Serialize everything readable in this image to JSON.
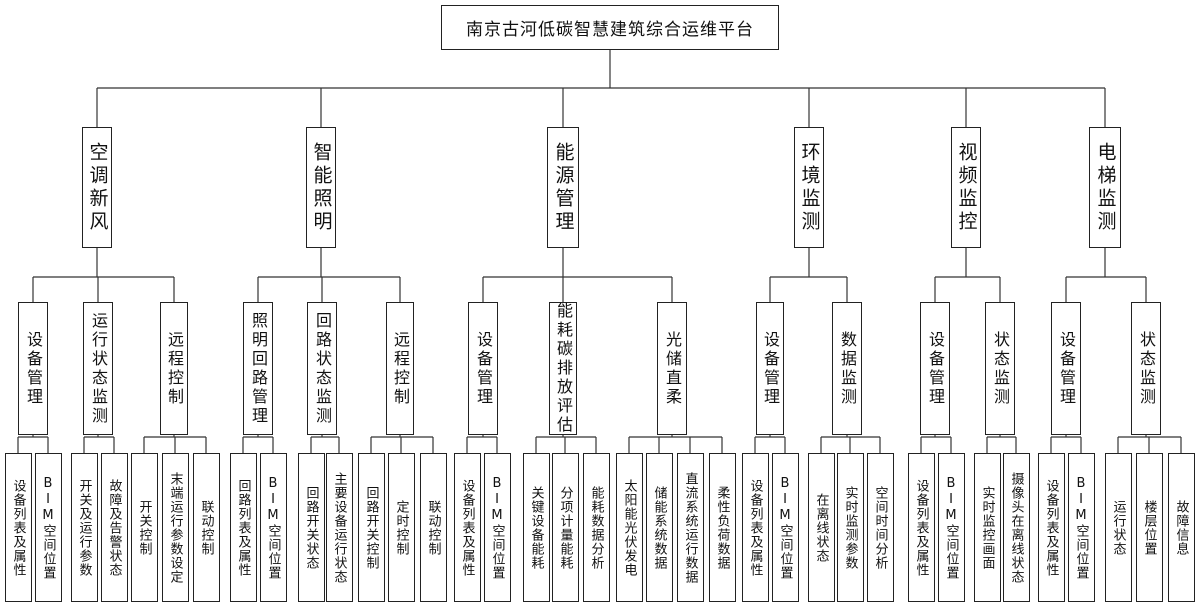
{
  "title": "南京古河低碳智慧建筑综合运维平台",
  "systems": [
    {
      "label": "空调新风",
      "modules": [
        {
          "label": "设备管理",
          "features": [
            "设备列表及属性",
            "BIM空间位置"
          ]
        },
        {
          "label": "运行状态监测",
          "features": [
            "开关及运行参数",
            "故障及告警状态"
          ]
        },
        {
          "label": "远程控制",
          "features": [
            "开关控制",
            "末端运行参数设定",
            "联动控制"
          ]
        }
      ]
    },
    {
      "label": "智能照明",
      "modules": [
        {
          "label": "照明回路管理",
          "features": [
            "回路列表及属性",
            "BIM空间位置"
          ]
        },
        {
          "label": "回路状态监测",
          "features": [
            "回路开关状态",
            "主要设备运行状态"
          ]
        },
        {
          "label": "远程控制",
          "features": [
            "回路开关控制",
            "定时控制",
            "联动控制"
          ]
        }
      ]
    },
    {
      "label": "能源管理",
      "modules": [
        {
          "label": "设备管理",
          "features": [
            "设备列表及属性",
            "BIM空间位置"
          ]
        },
        {
          "label": "能耗碳排放评估",
          "features": [
            "关键设备能耗",
            "分项计量能耗",
            "能耗数据分析"
          ]
        },
        {
          "label": "光储直柔",
          "features": [
            "太阳能光伏发电",
            "储能系统数据",
            "直流系统运行数据",
            "柔性负荷数据"
          ]
        }
      ]
    },
    {
      "label": "环境监测",
      "modules": [
        {
          "label": "设备管理",
          "features": [
            "设备列表及属性",
            "BIM空间位置"
          ]
        },
        {
          "label": "数据监测",
          "features": [
            "在离线状态",
            "实时监测参数",
            "空间时间分析"
          ]
        }
      ]
    },
    {
      "label": "视频监控",
      "modules": [
        {
          "label": "设备管理",
          "features": [
            "设备列表及属性",
            "BIM空间位置"
          ]
        },
        {
          "label": "状态监测",
          "features": [
            "实时监控画面",
            "摄像头在离线状态"
          ]
        }
      ]
    },
    {
      "label": "电梯监测",
      "modules": [
        {
          "label": "设备管理",
          "features": [
            "设备列表及属性",
            "BIM空间位置"
          ]
        },
        {
          "label": "状态监测",
          "features": [
            "运行状态",
            "楼层位置",
            "故障信息"
          ]
        }
      ]
    }
  ]
}
